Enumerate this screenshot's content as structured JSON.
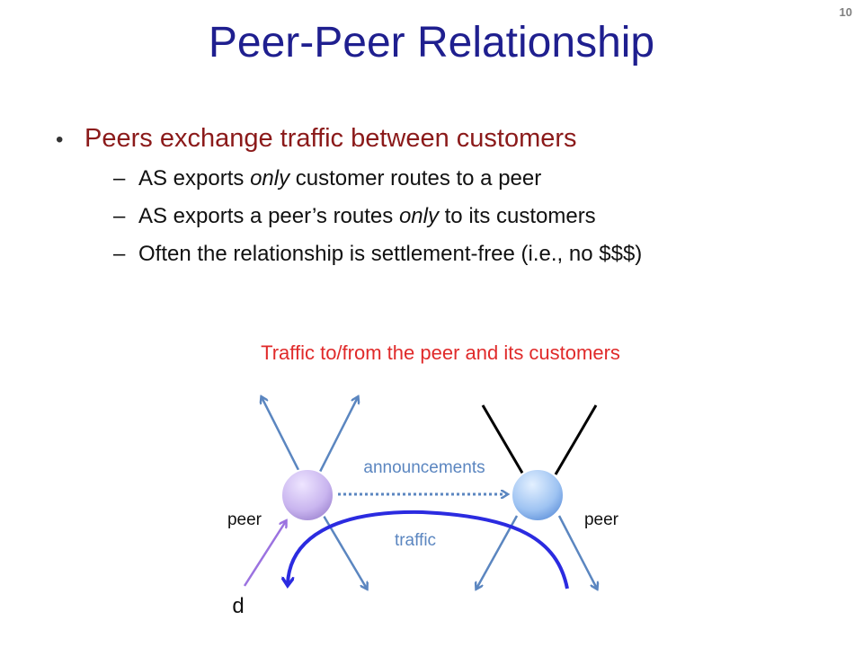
{
  "slide": {
    "number": "10",
    "title": "Peer-Peer Relationship",
    "bullet": "Peers exchange traffic between customers",
    "sub_bullets": [
      {
        "before": "AS exports ",
        "emph": "only",
        "after": " customer routes to a peer"
      },
      {
        "before": "AS exports a peer’s routes ",
        "emph": "only",
        "after": " to its customers"
      },
      {
        "before": "Often the relationship is settlement-free (i.e., no $$$)",
        "emph": "",
        "after": ""
      }
    ],
    "diagram_caption": "Traffic to/from the peer and its customers"
  },
  "diagram": {
    "announcements_label": "announcements",
    "traffic_label": "traffic",
    "left_peer_label": "peer",
    "right_peer_label": "peer",
    "destination_label": "d",
    "colors": {
      "title": "#1f1f8f",
      "bullet": "#8b1a1a",
      "caption": "#e02a2a",
      "customer_link": "#5b86c0",
      "traffic": "#2b2be0",
      "destination_link": "#9b72e0",
      "announcement": "#5b86c0",
      "left_node": "#c9b5ef",
      "right_node": "#9ec3f2"
    }
  }
}
